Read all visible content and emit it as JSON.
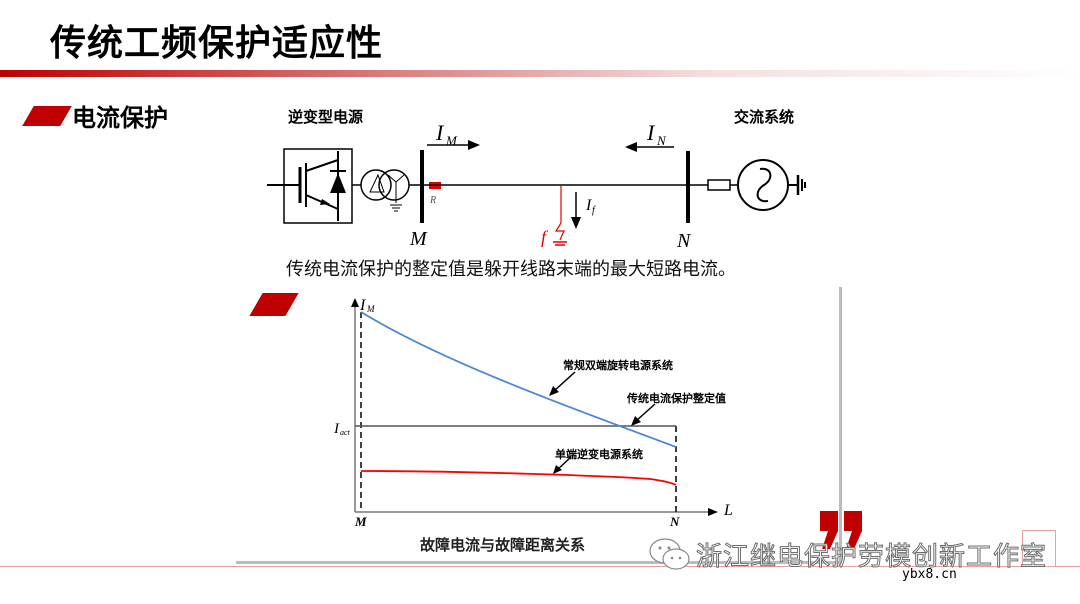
{
  "header": {
    "title": "传统工频保护适应性"
  },
  "section": {
    "label": "电流保护"
  },
  "topology": {
    "left_source_label": "逆变型电源",
    "right_source_label": "交流系统",
    "current_M": "I",
    "current_M_sub": "M",
    "current_N": "I",
    "current_N_sub": "N",
    "current_f": "I",
    "current_f_sub": "f",
    "bus_M": "M",
    "bus_N": "N",
    "relay_label": "R",
    "fault_label": "f",
    "colors": {
      "fault": "#e00000",
      "relay": "#e00000",
      "line": "#000000"
    }
  },
  "caption": {
    "text": "传统电流保护的整定值是躲开线路末端的最大短路电流。"
  },
  "chart_data": {
    "type": "line",
    "title": "故障电流与故障距离关系",
    "xlabel": "L",
    "ylabel": "I_M",
    "x_ticks": [
      "M",
      "N"
    ],
    "y_ticks": [
      "I_act"
    ],
    "grid": false,
    "x": [
      0,
      0.2,
      0.4,
      0.6,
      0.8,
      1.0
    ],
    "ylim": [
      0,
      1
    ],
    "series": [
      {
        "name": "常规双端旋转电源系统",
        "color": "#4a86d4",
        "values": [
          0.95,
          0.8,
          0.66,
          0.52,
          0.4,
          0.3
        ]
      },
      {
        "name": "单端逆变电源系统",
        "color": "#ff0000",
        "values": [
          0.21,
          0.205,
          0.195,
          0.18,
          0.165,
          0.13
        ]
      },
      {
        "name": "传统电流保护整定值",
        "color": "#555555",
        "values": [
          0.42,
          0.42,
          0.42,
          0.42,
          0.42,
          0.42
        ]
      }
    ],
    "annotations": [
      "常规双端旋转电源系统",
      "传统电流保护整定值",
      "单端逆变电源系统"
    ]
  },
  "chart_labels": {
    "y_axis": "I",
    "y_axis_sub": "M",
    "iact": "I",
    "iact_sub": "act",
    "x_axis": "L",
    "x_start": "M",
    "x_end": "N",
    "anno_rotating": "常规双端旋转电源系统",
    "anno_setting": "传统电流保护整定值",
    "anno_inverter": "单端逆变电源系统"
  },
  "watermark": {
    "text": "浙江继电保护劳模创新工作室",
    "site": "ybx8.cn"
  },
  "theme": {
    "accent": "#c00000"
  }
}
